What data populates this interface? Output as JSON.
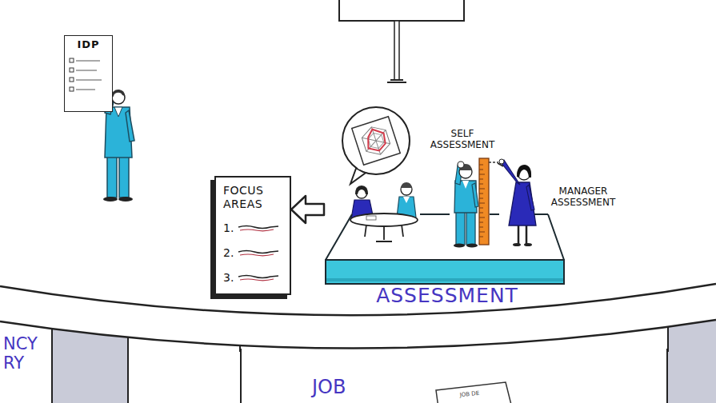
{
  "diagram": {
    "nodes": [
      {
        "text": [
          "IDP"
        ]
      },
      {
        "text": [
          "FOCUS AREAS",
          "1.",
          "2.",
          "3."
        ]
      },
      {
        "text": [
          "ASSESSMENT"
        ]
      },
      {
        "text": [
          "NCY RY"
        ]
      },
      {
        "text": [
          "JOB"
        ]
      }
    ],
    "edges": [
      {
        "from": 2,
        "to": 1,
        "arrow": "to"
      }
    ],
    "labels": [
      "SELF ASSESSMENT",
      "MANAGER ASSESSMENT",
      "JOB DE"
    ]
  }
}
